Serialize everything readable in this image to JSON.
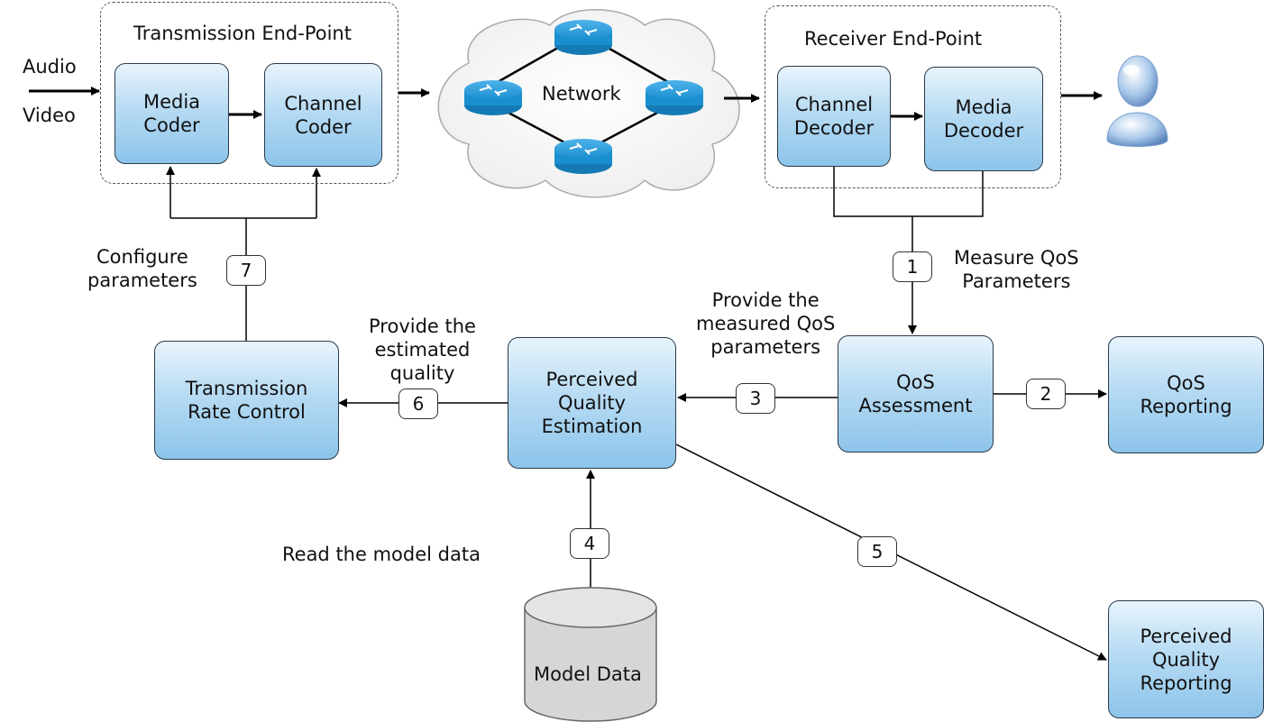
{
  "inputs": {
    "audio": "Audio",
    "video": "Video"
  },
  "transmission": {
    "title": "Transmission End-Point",
    "media_coder": "Media\nCoder",
    "channel_coder": "Channel\nCoder"
  },
  "network": {
    "label": "Network"
  },
  "receiver": {
    "title": "Receiver End-Point",
    "channel_decoder": "Channel\nDecoder",
    "media_decoder": "Media\nDecoder"
  },
  "processes": {
    "qos_assessment": "QoS\nAssessment",
    "qos_reporting": "QoS\nReporting",
    "perceived_quality_estimation": "Perceived\nQuality\nEstimation",
    "transmission_rate_control": "Transmission\nRate Control",
    "perceived_quality_reporting": "Perceived\nQuality\nReporting",
    "model_data": "Model Data"
  },
  "steps": {
    "s1": "1",
    "s2": "2",
    "s3": "3",
    "s4": "4",
    "s5": "5",
    "s6": "6",
    "s7": "7"
  },
  "annotations": {
    "measure_qos": "Measure QoS\nParameters",
    "provide_measured": "Provide the\nmeasured QoS\nparameters",
    "provide_estimated": "Provide the\nestimated\nquality",
    "configure": "Configure\nparameters",
    "read_model": "Read the model data"
  },
  "colors": {
    "box_top": "#e8f4fc",
    "box_bottom": "#8cc4ea",
    "router": "#1a8fcf",
    "line": "#000000"
  }
}
